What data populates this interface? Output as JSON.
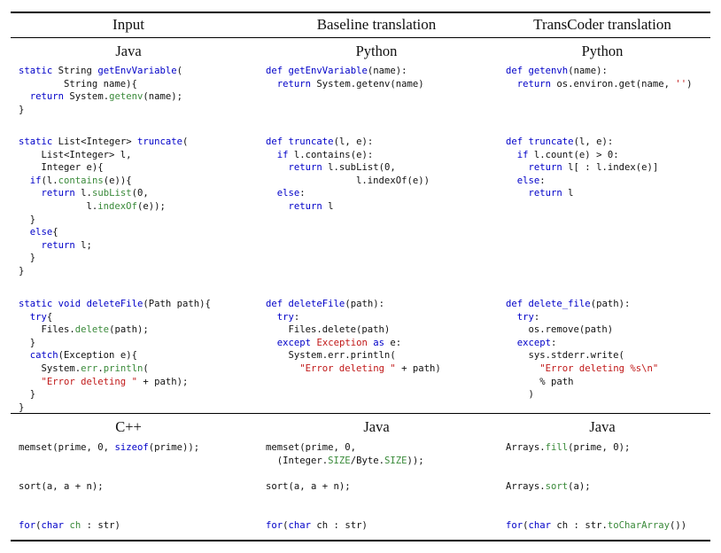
{
  "header": {
    "input": "Input",
    "baseline": "Baseline translation",
    "transcoder": "TransCoder translation"
  },
  "section1_languages": {
    "input": "Java",
    "baseline": "Python",
    "transcoder": "Python"
  },
  "section2_languages": {
    "input": "C++",
    "baseline": "Java",
    "transcoder": "Java"
  },
  "rows": [
    {
      "input": "static String getEnvVariable(\n        String name){\n  return System.getenv(name);\n}",
      "baseline": "def getEnvVariable(name):\n  return System.getenv(name)",
      "transcoder": "def getenvh(name):\n  return os.environ.get(name, '')"
    },
    {
      "input": "static List<Integer> truncate(\n    List<Integer> l,\n    Integer e){\n  if(l.contains(e)){\n    return l.subList(0,\n            l.indexOf(e));\n  }\n  else{\n    return l;\n  }\n}",
      "baseline": "def truncate(l, e):\n  if l.contains(e):\n    return l.subList(0,\n                l.indexOf(e))\n  else:\n    return l",
      "transcoder": "def truncate(l, e):\n  if l.count(e) > 0:\n    return l[ : l.index(e)]\n  else:\n    return l"
    },
    {
      "input": "static void deleteFile(Path path){\n  try{\n    Files.delete(path);\n  }\n  catch(Exception e){\n    System.err.println(\n    \"Error deleting \" + path);\n  }\n}",
      "baseline": "def deleteFile(path):\n  try:\n    Files.delete(path)\n  except Exception as e:\n    System.err.println(\n      \"Error deleting \" + path)",
      "transcoder": "def delete_file(path):\n  try:\n    os.remove(path)\n  except:\n    sys.stderr.write(\n      \"Error deleting %s\\n\"\n      % path\n    )"
    },
    {
      "input": "memset(prime, 0, sizeof(prime));",
      "baseline": "memset(prime, 0,\n  (Integer.SIZE/Byte.SIZE));",
      "transcoder": "Arrays.fill(prime, 0);"
    },
    {
      "input": "sort(a, a + n);",
      "baseline": "sort(a, a + n);",
      "transcoder": "Arrays.sort(a);"
    },
    {
      "input": "for(char ch : str)",
      "baseline": "for(char ch : str)",
      "transcoder": "for(char ch : str.toCharArray())"
    }
  ]
}
